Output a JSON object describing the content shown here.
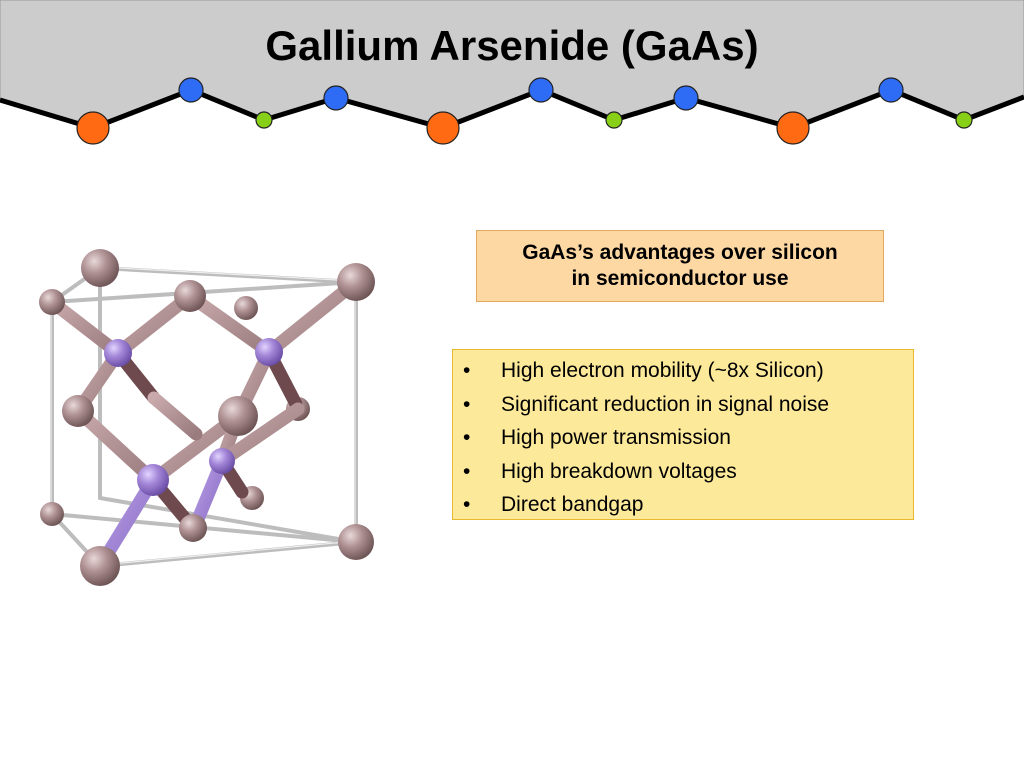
{
  "slide": {
    "title": "Gallium Arsenide (GaAs)"
  },
  "callout": {
    "line1": "GaAs’s advantages over silicon",
    "line2": "in semiconductor use"
  },
  "advantages": {
    "items": [
      "High electron mobility (~8x Silicon)",
      "Significant reduction in signal noise",
      "High power transmission",
      "High breakdown voltages",
      "Direct bandgap"
    ]
  },
  "colors": {
    "header_band": "#cccccc",
    "orange_atom": "#ff6a13",
    "blue_atom": "#2f6cf5",
    "green_atom": "#88d018",
    "gallium_atom": "#a78c8e",
    "arsenic_atom": "#9b7ed0",
    "callout_fill": "#fdd8a3",
    "list_fill": "#fde99a"
  }
}
